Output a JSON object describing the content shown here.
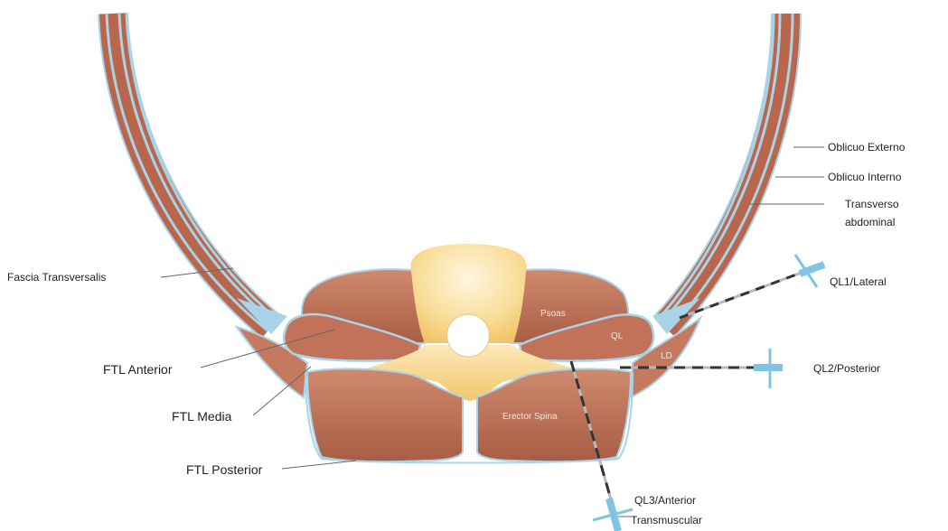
{
  "labels": {
    "oblicuo_externo": "Oblicuo Externo",
    "oblicuo_interno": "Oblicuo Interno",
    "transverso_1": "Transverso",
    "transverso_2": "abdominal",
    "fascia_transversalis": "Fascia Transversalis",
    "ql1": "QL1/Lateral",
    "ql2": "QL2/Posterior",
    "ql3_1": "QL3/Anterior",
    "ql3_2": "Transmuscular",
    "ftl_anterior": "FTL Anterior",
    "ftl_media": "FTL Media",
    "ftl_posterior": "FTL Posterior",
    "psoas": "Psoas",
    "ql": "QL",
    "ld": "LD",
    "erector_spina": "Erector Spina"
  },
  "colors": {
    "muscle": "#c0735a",
    "muscle_dark": "#9e5640",
    "fascia": "#a9d3e6",
    "bone": "#f7d98f",
    "bone_light": "#fdf4dc",
    "needle_tip": "#7fc4e0"
  }
}
